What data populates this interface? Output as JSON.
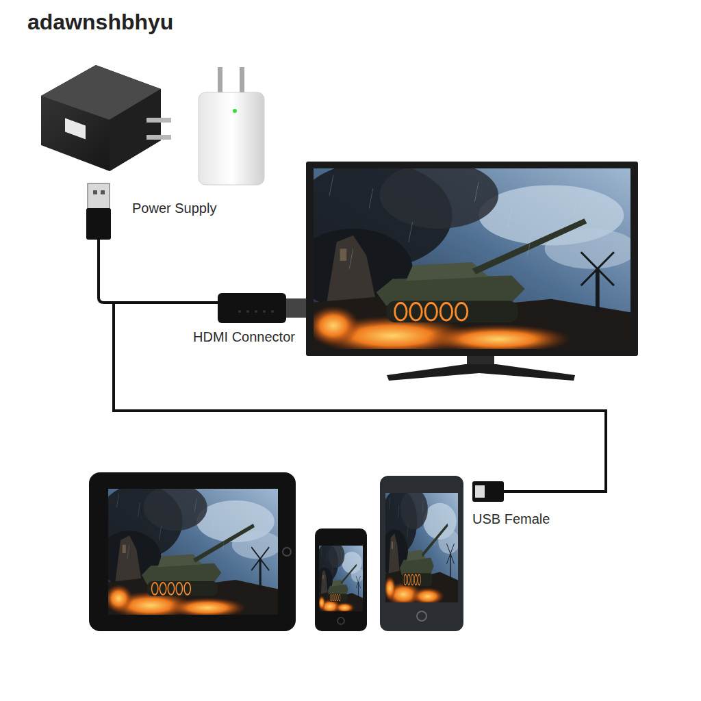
{
  "diagram": {
    "labels": [
      "adawnshbhyu",
      "Power Supply",
      "HDMI Connector",
      "USB Female"
    ]
  }
}
